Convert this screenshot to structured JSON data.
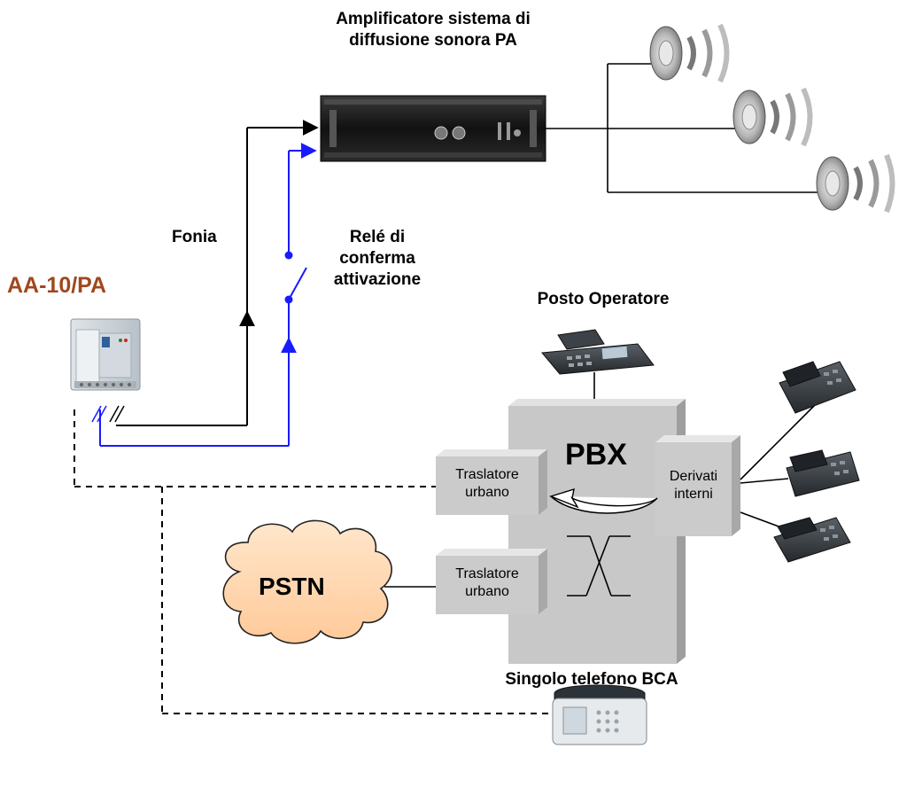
{
  "labels": {
    "amplifier": "Amplificatore sistema di diffusione sonora PA",
    "amplifier_line1": "Amplificatore sistema di",
    "amplifier_line2": "diffusione sonora PA",
    "fonia": "Fonia",
    "relay_line1": "Relé di",
    "relay_line2": "conferma",
    "relay_line3": "attivazione",
    "device": "AA-10/PA",
    "operator": "Posto Operatore",
    "pbx": "PBX",
    "trunk_top_line1": "Traslatore",
    "trunk_top_line2": "urbano",
    "trunk_bottom_line1": "Traslatore",
    "trunk_bottom_line2": "urbano",
    "extensions_line1": "Derivati",
    "extensions_line2": "interni",
    "pstn": "PSTN",
    "bca_phone": "Singolo telefono BCA"
  },
  "colors": {
    "device_title": "#a0471d",
    "relay_line": "#1a1aff",
    "line": "#000000",
    "box_fill": "#c8c8c8",
    "cloud_fill": "#ffd9b3"
  },
  "icons": [
    "amplifier-icon",
    "speaker-icon",
    "module-icon",
    "desk-phone-icon",
    "operator-console-icon",
    "cloud-icon",
    "switch-icon"
  ]
}
